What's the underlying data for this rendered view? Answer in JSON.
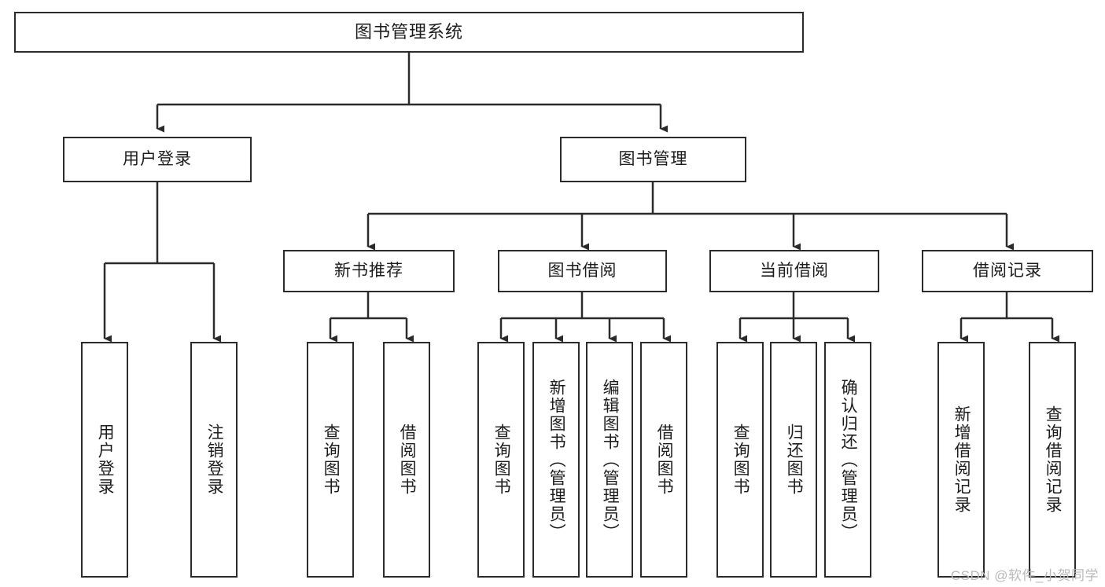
{
  "diagram": {
    "type": "tree-hierarchy-chart",
    "title": "图书管理系统",
    "stroke_color": "#2b2b2b",
    "background_color": "#ffffff",
    "text_color": "#1c1c1c",
    "watermark": "CSDN @软件_小贺同学",
    "levels": {
      "root": {
        "label": "图书管理系统"
      },
      "level2": [
        {
          "label": "用户登录"
        },
        {
          "label": "图书管理"
        }
      ],
      "level3": [
        {
          "label": "新书推荐"
        },
        {
          "label": "图书借阅"
        },
        {
          "label": "当前借阅"
        },
        {
          "label": "借阅记录"
        }
      ],
      "leaves": {
        "user_login": [
          {
            "label": "用户登录"
          },
          {
            "label": "注销登录"
          }
        ],
        "new_book_recommend": [
          {
            "label": "查询图书"
          },
          {
            "label": "借阅图书"
          }
        ],
        "book_borrow": [
          {
            "label": "查询图书"
          },
          {
            "label": "新增图书（管理员）"
          },
          {
            "label": "编辑图书（管理员）"
          },
          {
            "label": "借阅图书"
          }
        ],
        "current_borrow": [
          {
            "label": "查询图书"
          },
          {
            "label": "归还图书"
          },
          {
            "label": "确认归还（管理员）"
          }
        ],
        "borrow_record": [
          {
            "label": "新增借阅记录"
          },
          {
            "label": "查询借阅记录"
          }
        ]
      }
    }
  }
}
